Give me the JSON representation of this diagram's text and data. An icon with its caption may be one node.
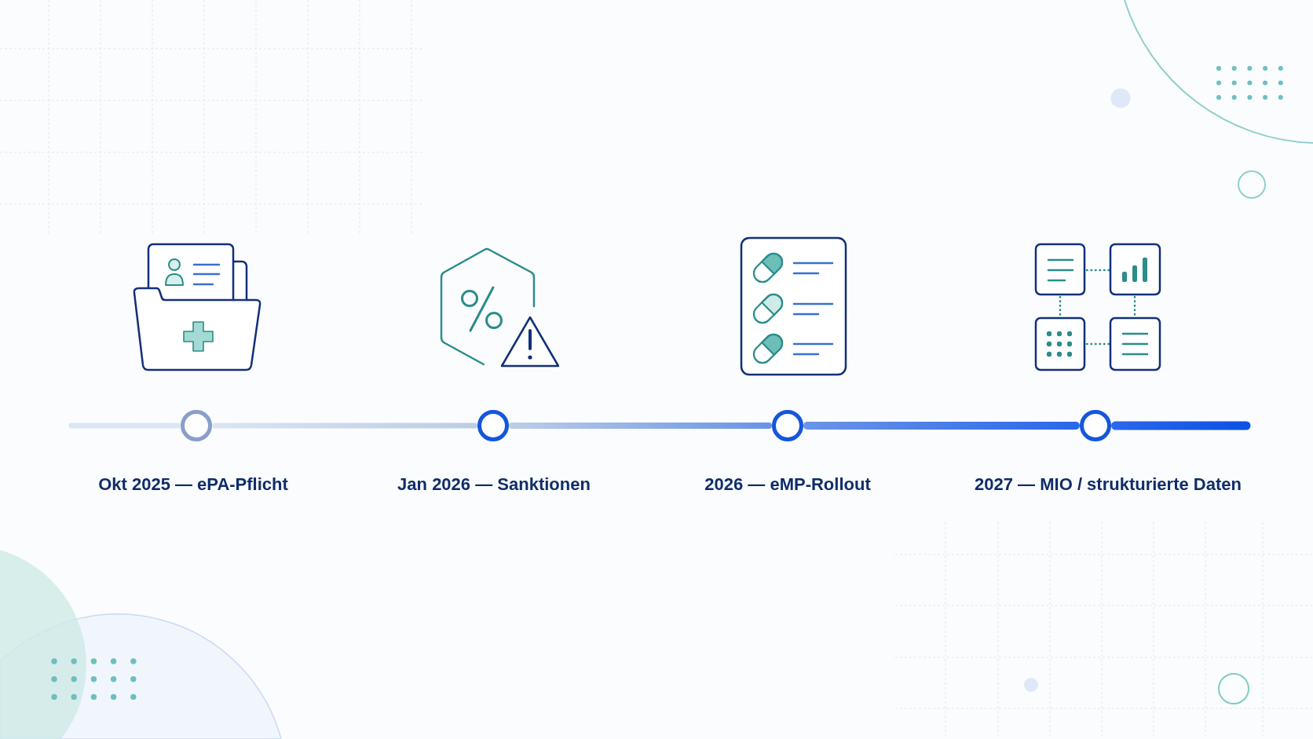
{
  "diagram": {
    "nodes": [
      {
        "text": [],
        "shape": "circle",
        "beside": [
          "Okt 2025 — ePA-Pflicht"
        ]
      },
      {
        "text": [],
        "shape": "circle",
        "beside": [
          "Jan 2026 — Sanktionen"
        ]
      },
      {
        "text": [],
        "shape": "circle",
        "beside": [
          "2026 — eMP-Rollout"
        ]
      },
      {
        "text": [],
        "shape": "circle",
        "beside": [
          "2027 — MIO / strukturierte Daten"
        ]
      }
    ],
    "edges": [
      {
        "from": null,
        "to": 0,
        "arrow": "none",
        "color": "#dbe5f3"
      },
      {
        "from": 0,
        "to": 1,
        "arrow": "none",
        "color": "#bccde6"
      },
      {
        "from": 1,
        "to": 2,
        "arrow": "none",
        "color": "#6a94e6"
      },
      {
        "from": 2,
        "to": 3,
        "arrow": "none",
        "color": "#2a67ea"
      },
      {
        "from": 3,
        "to": null,
        "arrow": "none",
        "color": "#0d52e6"
      }
    ]
  }
}
